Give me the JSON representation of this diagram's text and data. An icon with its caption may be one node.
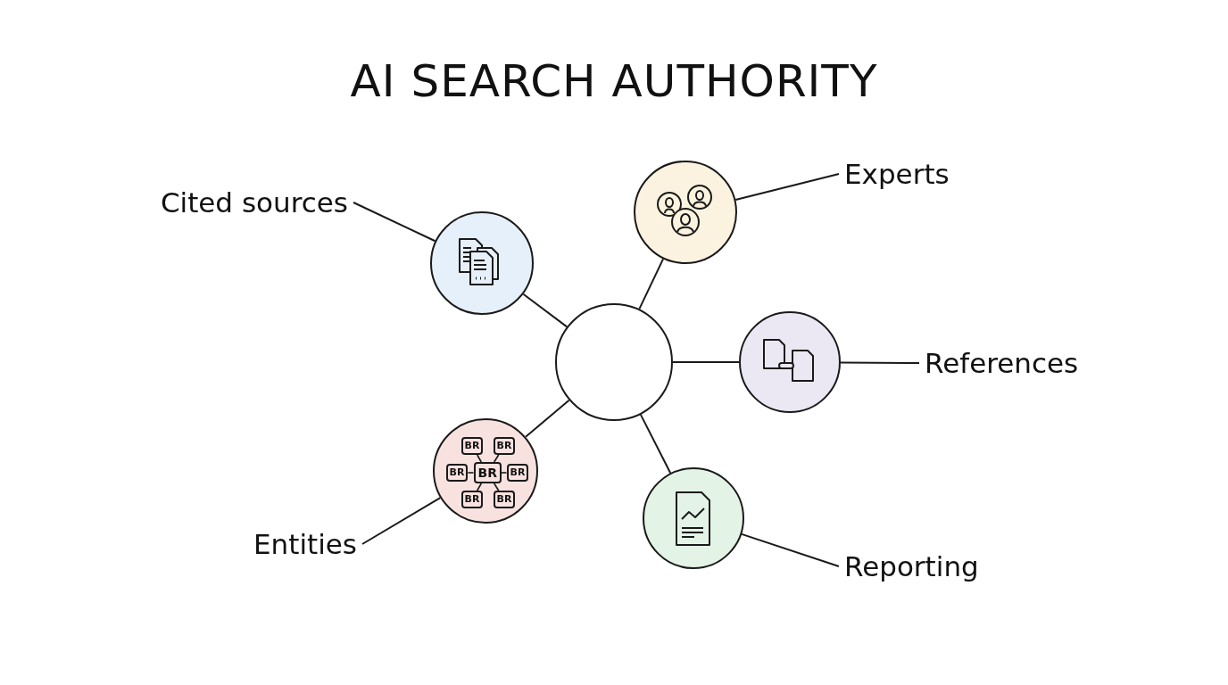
{
  "diagram": {
    "title": "AI SEARCH AUTHORITY",
    "nodes": [
      {
        "text": [],
        "shape": "circle"
      },
      {
        "text": [],
        "shape": "circle"
      },
      {
        "text": [
          "Cited sources"
        ]
      },
      {
        "text": [],
        "shape": "circle"
      },
      {
        "text": [
          "Experts"
        ]
      },
      {
        "text": [],
        "shape": "circle"
      },
      {
        "text": [
          "References"
        ]
      },
      {
        "text": [],
        "shape": "circle"
      },
      {
        "text": [
          "Reporting"
        ]
      },
      {
        "text": [],
        "shape": "circle"
      },
      {
        "text": [
          "BR"
        ],
        "in": 9
      },
      {
        "text": [
          "BR"
        ],
        "in": 9
      },
      {
        "text": [
          "BR"
        ],
        "in": 9
      },
      {
        "text": [
          "BR"
        ],
        "in": 9
      },
      {
        "text": [
          "BR"
        ],
        "in": 9
      },
      {
        "text": [
          "BR"
        ],
        "in": 9
      },
      {
        "text": [
          "BR"
        ],
        "in": 9
      },
      {
        "text": [
          "Entities"
        ]
      }
    ],
    "edges": [
      {
        "from": 2,
        "to": 1,
        "arrow": "none"
      },
      {
        "from": 1,
        "to": 0,
        "arrow": "none"
      },
      {
        "from": 0,
        "to": 3,
        "arrow": "none"
      },
      {
        "from": 3,
        "to": 4,
        "arrow": "none"
      },
      {
        "from": 0,
        "to": 5,
        "arrow": "none"
      },
      {
        "from": 5,
        "to": 6,
        "arrow": "none"
      },
      {
        "from": 0,
        "to": 7,
        "arrow": "none"
      },
      {
        "from": 7,
        "to": 8,
        "arrow": "none"
      },
      {
        "from": 17,
        "to": 9,
        "arrow": "none"
      },
      {
        "from": 9,
        "to": 0,
        "arrow": "none"
      },
      {
        "from": 10,
        "to": 13,
        "arrow": "none"
      },
      {
        "from": 12,
        "to": 13,
        "arrow": "none"
      },
      {
        "from": 15,
        "to": 13,
        "arrow": "none"
      },
      {
        "from": 13,
        "to": 11,
        "arrow": "none"
      },
      {
        "from": 13,
        "to": 14,
        "arrow": "none"
      },
      {
        "from": 13,
        "to": 16,
        "arrow": "none"
      }
    ]
  }
}
